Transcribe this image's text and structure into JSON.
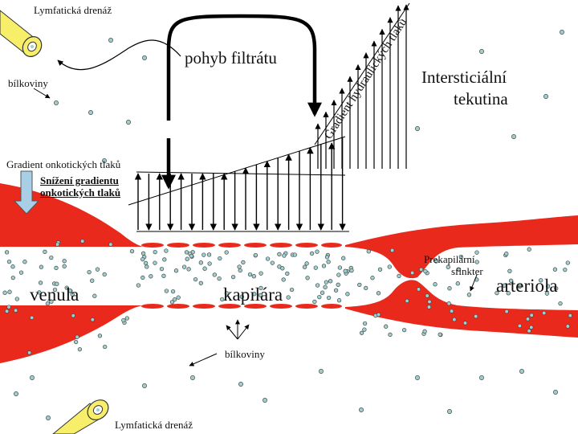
{
  "labels": {
    "lymph_top": "Lymfatická drenáž",
    "lymph_bottom": "Lymfatická drenáž",
    "proteins_top": "bílkoviny",
    "proteins_bottom": "bílkoviny",
    "filtrate_motion": "pohyb filtrátu",
    "hydraulic_gradient": "Gradient hydraulických tlaků",
    "interstitial_line1": "Intersticiální",
    "interstitial_line2": "tekutina",
    "oncotic_gradient": "Gradient onkotických tlaků",
    "oncotic_reduction_line1": "Snížení gradientu",
    "oncotic_reduction_line2": "onkotických tlaků",
    "venule": "venula",
    "capillary": "kapilára",
    "arteriole": "arteriola",
    "precapillary_line1": "Prekapilární",
    "precapillary_line2": "sfinkter"
  },
  "colors": {
    "vessel_wall": "#e8291c",
    "lymph_vessel": "#f7ee6a",
    "particles": "#9fd0cf",
    "arrow_down": "#a9cfe6"
  }
}
